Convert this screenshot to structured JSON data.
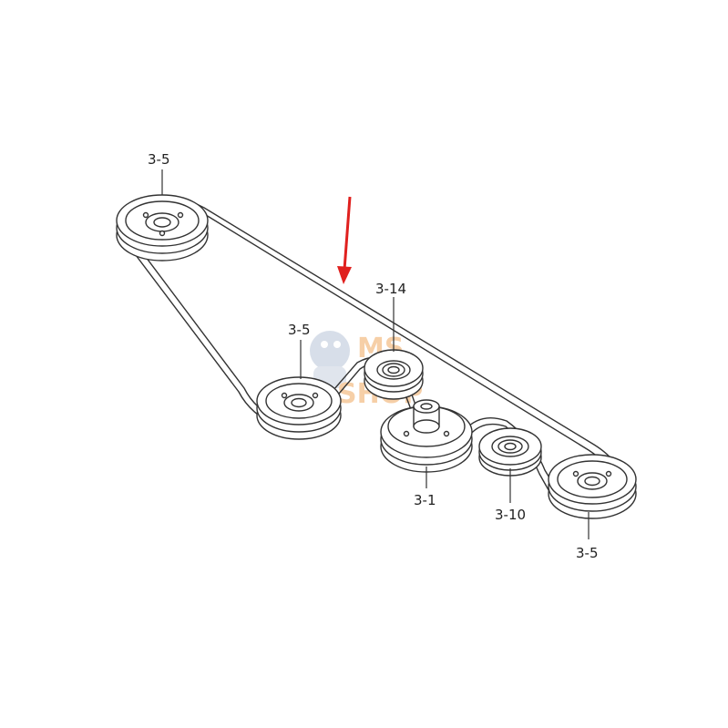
{
  "labels": {
    "top_left_pulley": "3-5",
    "middle_left_pulley": "3-5",
    "idler_top": "3-14",
    "main_pulley": "3-1",
    "idler_small": "3-10",
    "right_pulley": "3-5"
  },
  "watermark": {
    "line1": "MS",
    "line2": "SHOP",
    "color": "#f0a860"
  },
  "colors": {
    "line": "#333333",
    "arrow": "#e0201e",
    "background": "#ffffff"
  }
}
